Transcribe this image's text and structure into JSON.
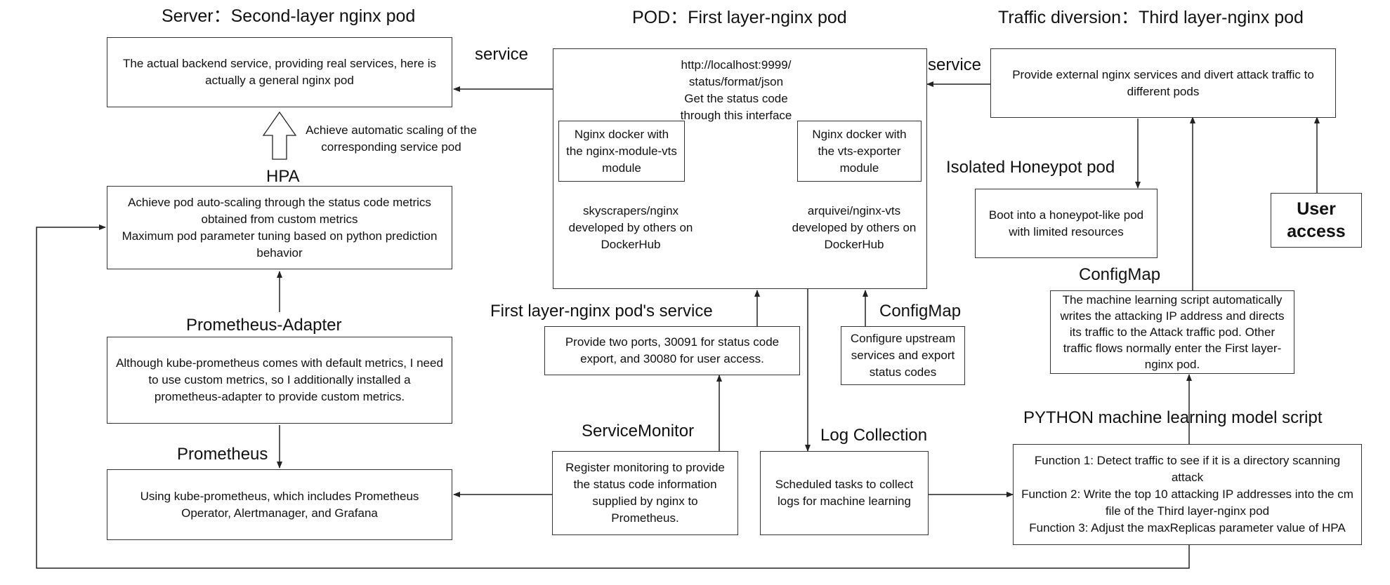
{
  "titles": {
    "server": "Server：Second-layer nginx pod",
    "pod": "POD：First layer-nginx pod",
    "traffic": "Traffic diversion：Third layer-nginx pod"
  },
  "labels": {
    "service_left": "service",
    "service_right": "service",
    "hpa": "HPA",
    "scaling_note": "Achieve automatic scaling of the corresponding service pod",
    "prometheus_adapter": "Prometheus-Adapter",
    "prometheus": "Prometheus",
    "first_layer_service": "First layer-nginx pod's service",
    "configmap_mid": "ConfigMap",
    "configmap_right": "ConfigMap",
    "servicemonitor": "ServiceMonitor",
    "log_collection": "Log Collection",
    "honeypot": "Isolated Honeypot pod",
    "python_script": "PYTHON machine learning model script"
  },
  "boxes": {
    "backend": "The actual backend service, providing real services, here is actually a general nginx pod",
    "hpa": "Achieve pod auto-scaling through the status code metrics obtained from custom metrics\nMaximum pod parameter tuning based on python prediction behavior",
    "adapter": "Although kube-prometheus comes with default metrics, I need to use custom metrics, so I additionally installed a prometheus-adapter to provide custom metrics.",
    "prometheus": "Using kube-prometheus, which includes Prometheus Operator, Alertmanager, and Grafana",
    "pod_status": "http://localhost:9999/\nstatus/format/json\nGet the status code\nthrough this interface",
    "nginx_module": "Nginx docker with the nginx-module-vts module",
    "nginx_exporter": "Nginx docker with the vts-exporter module",
    "skyscrapers": "skyscrapers/nginx\ndeveloped by others on\nDockerHub",
    "arquivei": "arquivei/nginx-vts\ndeveloped by others on\nDockerHub",
    "first_service": "Provide two ports, 30091 for status code export, and 30080 for user access.",
    "configmap_mid": "Configure upstream services and export status codes",
    "servicemonitor": "Register monitoring to provide the status code information supplied by nginx to Prometheus.",
    "log_collection": "Scheduled tasks to collect logs for machine learning",
    "traffic": "Provide external nginx services and divert attack traffic to different pods",
    "honeypot": "Boot into a honeypot-like pod with limited resources",
    "user_access": "User access",
    "configmap_right": "The machine learning script automatically writes the attacking IP address and directs its traffic to the Attack traffic pod. Other traffic flows normally enter the First layer-nginx pod.",
    "python": "Function 1: Detect traffic to see if it is a directory scanning attack\nFunction 2: Write the top 10 attacking IP addresses into the cm file of the Third layer-nginx pod\nFunction 3: Adjust the maxReplicas parameter value of HPA"
  }
}
